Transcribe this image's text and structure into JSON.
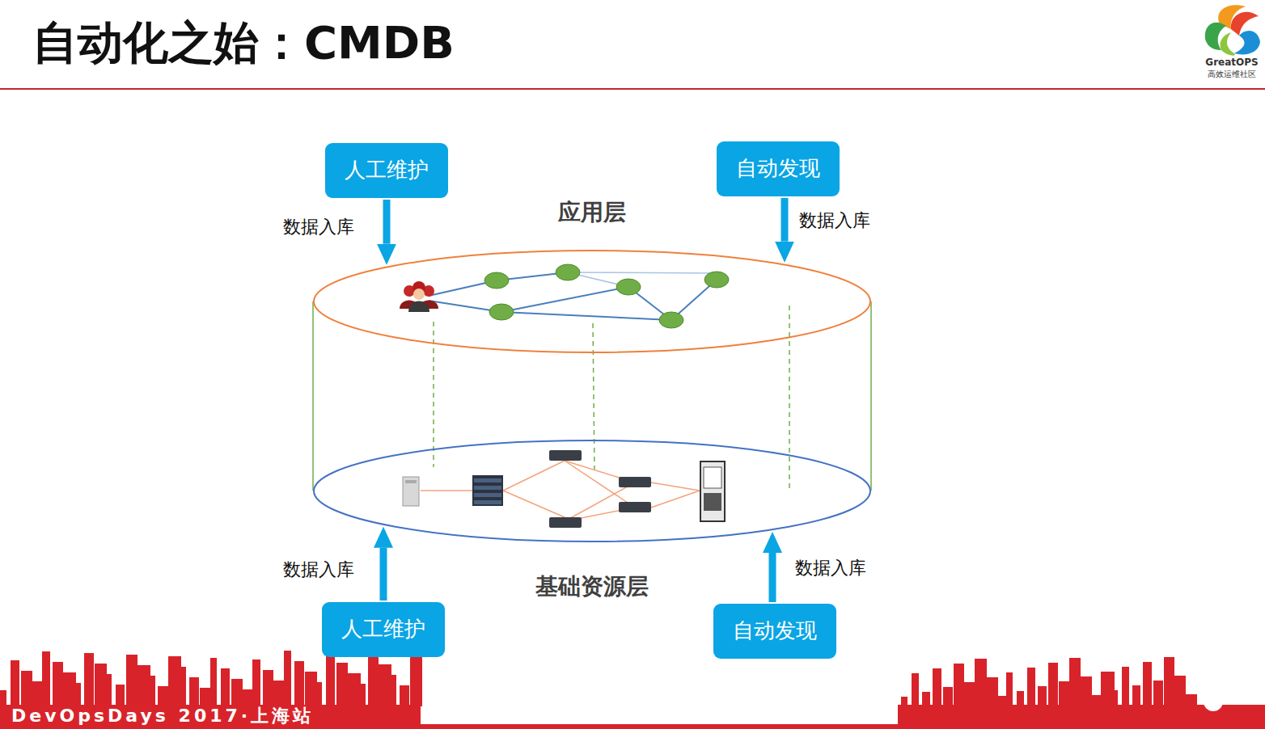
{
  "diagram": {
    "title": "自动化之始：CMDB",
    "nodes": [
      {
        "text": [
          "人工维护"
        ]
      },
      {
        "text": [
          "自动发现"
        ]
      },
      {
        "text": [
          "应用层"
        ]
      },
      {
        "text": [
          "基础资源层"
        ]
      },
      {
        "text": [
          "人工维护"
        ]
      },
      {
        "text": [
          "自动发现"
        ]
      }
    ],
    "edges": [
      {
        "from": 0,
        "to": 2,
        "label": "数据入库",
        "arrow": "to"
      },
      {
        "from": 1,
        "to": 2,
        "label": "数据入库",
        "arrow": "to"
      },
      {
        "from": 4,
        "to": 3,
        "label": "数据入库",
        "arrow": "to"
      },
      {
        "from": 5,
        "to": 3,
        "label": "数据入库",
        "arrow": "to"
      }
    ],
    "labels": [
      "GreatOPS",
      "高效运维社区",
      "DevOpsDays 2017·上海站"
    ]
  }
}
